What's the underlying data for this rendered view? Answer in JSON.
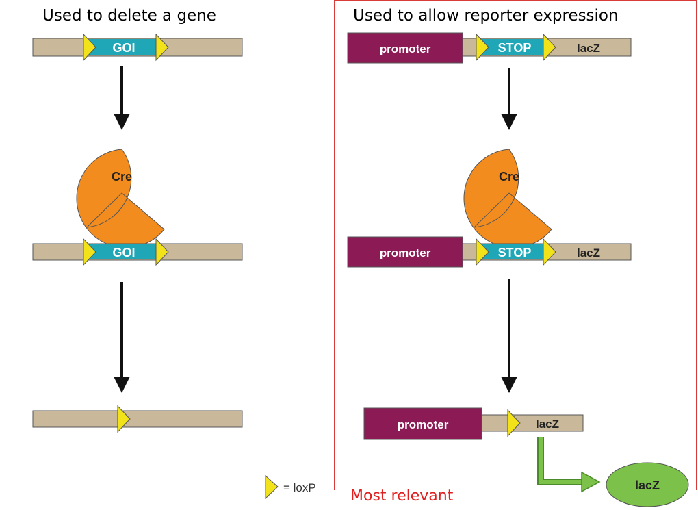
{
  "left_panel": {
    "heading": "Used to delete a gene",
    "gene_label": "GOI",
    "enzyme_label": "Cre",
    "legend_label": "= loxP"
  },
  "right_panel": {
    "heading": "Used to allow reporter expression",
    "promoter_label": "promoter",
    "stop_label": "STOP",
    "reporter_label": "lacZ",
    "enzyme_label": "Cre",
    "product_label": "lacZ",
    "footnote": "Most relevant"
  },
  "colors": {
    "dna": "#c9b99a",
    "gene": "#1fa7b8",
    "loxp": "#f2e21a",
    "cre": "#f28c1f",
    "promoter": "#8b1a55",
    "expression_arrow": "#6ab83a",
    "product": "#7cc24a",
    "annotation": "#e02020"
  }
}
